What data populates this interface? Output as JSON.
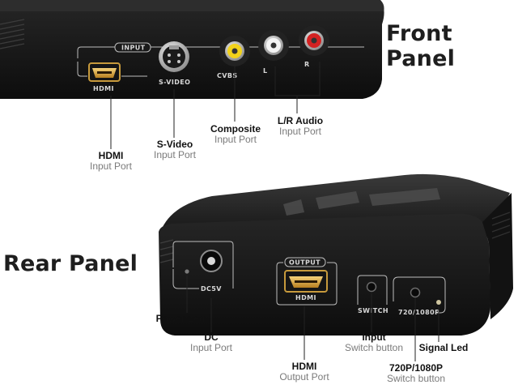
{
  "titles": {
    "front": "Front Panel",
    "rear": "Rear Panel"
  },
  "front_panel": {
    "silkscreen": {
      "input": "INPUT",
      "hdmi": "HDMI",
      "svideo": "S-VIDEO",
      "cvbs": "CVBS",
      "l": "L",
      "r": "R"
    },
    "callouts": [
      {
        "title": "HDMI",
        "subtitle": "Input Port"
      },
      {
        "title": "S-Video",
        "subtitle": "Input Port"
      },
      {
        "title": "Composite",
        "subtitle": "Input Port"
      },
      {
        "title": "L/R Audio",
        "subtitle": "Input Port"
      }
    ]
  },
  "rear_panel": {
    "silkscreen": {
      "dc5v": "DC5V",
      "output": "OUTPUT",
      "hdmi": "HDMI",
      "switch": "SWITCH",
      "resolution": "720/1080P"
    },
    "callouts": [
      {
        "title": "Power  Led",
        "subtitle": ""
      },
      {
        "title": "DC",
        "subtitle": "Input Port"
      },
      {
        "title": "HDMI",
        "subtitle": "Output Port"
      },
      {
        "title": "Input",
        "subtitle": "Switch button"
      },
      {
        "title": "720P/1080P",
        "subtitle": "Switch button"
      },
      {
        "title": "Signal Led",
        "subtitle": ""
      }
    ]
  },
  "colors": {
    "device_body": "#1b1b1b",
    "composite_jack": "#f2d21a",
    "left_audio_jack": "#f4f4f4",
    "right_audio_jack": "#d42222",
    "hdmi_port": "#d9a441"
  }
}
